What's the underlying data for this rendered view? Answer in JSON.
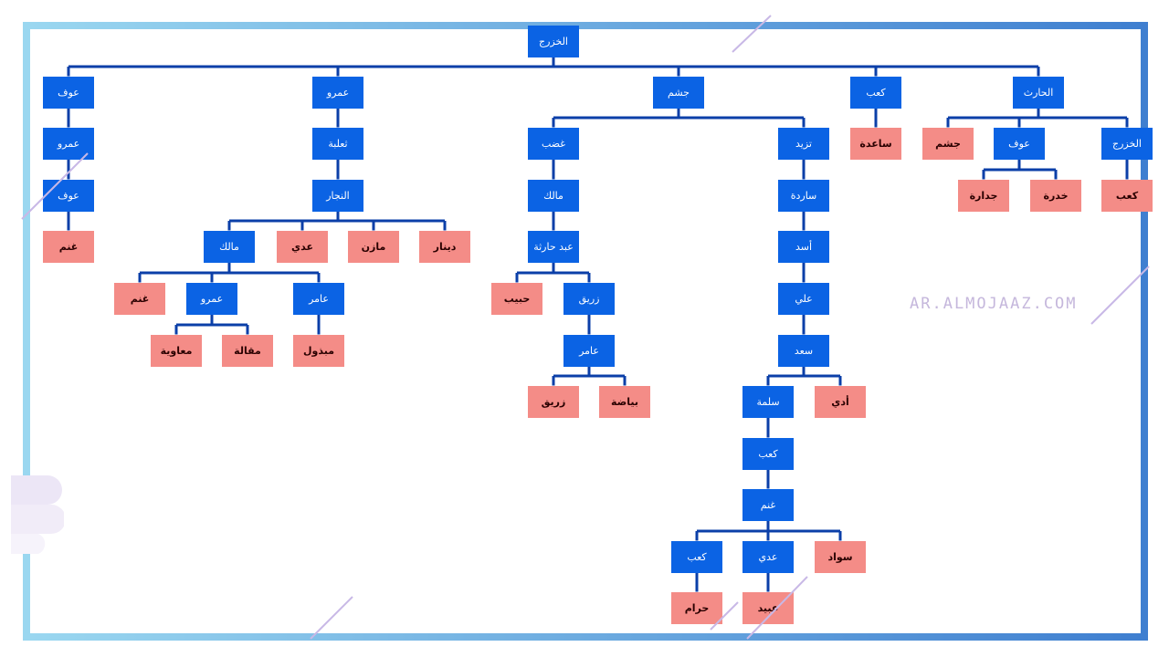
{
  "tree": {
    "root": {
      "id": "n1",
      "label": "الخزرج",
      "kind": "male",
      "children": [
        {
          "id": "n2",
          "label": "عوف",
          "kind": "male",
          "children": [
            {
              "id": "n7",
              "label": "عمرو",
              "kind": "male",
              "children": [
                {
                  "id": "n8",
                  "label": "عوف",
                  "kind": "male",
                  "children": [
                    {
                      "id": "n9",
                      "label": "غنم",
                      "kind": "leaf"
                    }
                  ]
                }
              ]
            }
          ]
        },
        {
          "id": "n3",
          "label": "عمرو",
          "kind": "male",
          "children": [
            {
              "id": "n10",
              "label": "ثعلبة",
              "kind": "male",
              "children": [
                {
                  "id": "n11",
                  "label": "النجار",
                  "kind": "male",
                  "children": [
                    {
                      "id": "n12",
                      "label": "مالك",
                      "kind": "male",
                      "children": [
                        {
                          "id": "n16",
                          "label": "غنم",
                          "kind": "leaf"
                        },
                        {
                          "id": "n17",
                          "label": "عمرو",
                          "kind": "male",
                          "children": [
                            {
                              "id": "n19",
                              "label": "معاوية",
                              "kind": "leaf"
                            },
                            {
                              "id": "n20",
                              "label": "مقالة",
                              "kind": "leaf"
                            }
                          ]
                        },
                        {
                          "id": "n18",
                          "label": "عامر",
                          "kind": "male",
                          "children": [
                            {
                              "id": "n21",
                              "label": "مبذول",
                              "kind": "leaf"
                            }
                          ]
                        }
                      ]
                    },
                    {
                      "id": "n13",
                      "label": "عدي",
                      "kind": "leaf"
                    },
                    {
                      "id": "n14",
                      "label": "مازن",
                      "kind": "leaf"
                    },
                    {
                      "id": "n15",
                      "label": "دينار",
                      "kind": "leaf"
                    }
                  ]
                }
              ]
            }
          ]
        },
        {
          "id": "n4",
          "label": "جشم",
          "kind": "male",
          "children": [
            {
              "id": "n22",
              "label": "غضب",
              "kind": "male",
              "children": [
                {
                  "id": "n24",
                  "label": "مالك",
                  "kind": "male",
                  "children": [
                    {
                      "id": "n25",
                      "label": "عبد حارثة",
                      "kind": "male",
                      "children": [
                        {
                          "id": "n26",
                          "label": "حبيب",
                          "kind": "leaf"
                        },
                        {
                          "id": "n27",
                          "label": "زريق",
                          "kind": "male",
                          "children": [
                            {
                              "id": "n28",
                              "label": "عامر",
                              "kind": "male",
                              "children": [
                                {
                                  "id": "n29",
                                  "label": "زريق",
                                  "kind": "leaf"
                                },
                                {
                                  "id": "n30",
                                  "label": "بياضة",
                                  "kind": "leaf"
                                }
                              ]
                            }
                          ]
                        }
                      ]
                    }
                  ]
                }
              ]
            },
            {
              "id": "n23",
              "label": "تزيد",
              "kind": "male",
              "children": [
                {
                  "id": "n31",
                  "label": "ساردة",
                  "kind": "male",
                  "children": [
                    {
                      "id": "n32",
                      "label": "أسد",
                      "kind": "male",
                      "children": [
                        {
                          "id": "n33",
                          "label": "علي",
                          "kind": "male",
                          "children": [
                            {
                              "id": "n34",
                              "label": "سعد",
                              "kind": "male",
                              "children": [
                                {
                                  "id": "n35",
                                  "label": "سلمة",
                                  "kind": "male",
                                  "children": [
                                    {
                                      "id": "n37",
                                      "label": "كعب",
                                      "kind": "male",
                                      "children": [
                                        {
                                          "id": "n38",
                                          "label": "غنم",
                                          "kind": "male",
                                          "children": [
                                            {
                                              "id": "n39",
                                              "label": "كعب",
                                              "kind": "male",
                                              "children": [
                                                {
                                                  "id": "n42",
                                                  "label": "حرام",
                                                  "kind": "leaf"
                                                }
                                              ]
                                            },
                                            {
                                              "id": "n40",
                                              "label": "عدي",
                                              "kind": "male",
                                              "children": [
                                                {
                                                  "id": "n43",
                                                  "label": "عبيد",
                                                  "kind": "leaf"
                                                }
                                              ]
                                            },
                                            {
                                              "id": "n41",
                                              "label": "سواد",
                                              "kind": "leaf"
                                            }
                                          ]
                                        }
                                      ]
                                    }
                                  ]
                                },
                                {
                                  "id": "n36",
                                  "label": "أدي",
                                  "kind": "leaf"
                                }
                              ]
                            }
                          ]
                        }
                      ]
                    }
                  ]
                }
              ]
            }
          ]
        },
        {
          "id": "n5",
          "label": "كعب",
          "kind": "male",
          "children": [
            {
              "id": "n44",
              "label": "ساعدة",
              "kind": "leaf"
            }
          ]
        },
        {
          "id": "n6",
          "label": "الحارث",
          "kind": "male",
          "children": [
            {
              "id": "n45",
              "label": "جشم",
              "kind": "leaf"
            },
            {
              "id": "n46",
              "label": "عوف",
              "kind": "male",
              "children": [
                {
                  "id": "n48",
                  "label": "جدارة",
                  "kind": "leaf"
                },
                {
                  "id": "n49",
                  "label": "خدرة",
                  "kind": "leaf"
                }
              ]
            },
            {
              "id": "n47",
              "label": "الخزرج",
              "kind": "male",
              "children": [
                {
                  "id": "n50",
                  "label": "كعب",
                  "kind": "leaf"
                }
              ]
            }
          ]
        }
      ]
    }
  },
  "watermark": "AR.ALMOJAAZ.COM",
  "colors": {
    "male": "#0b63e4",
    "leaf": "#f48c87",
    "connector": "#0b3fa8",
    "frame": "#6ab0e0"
  }
}
